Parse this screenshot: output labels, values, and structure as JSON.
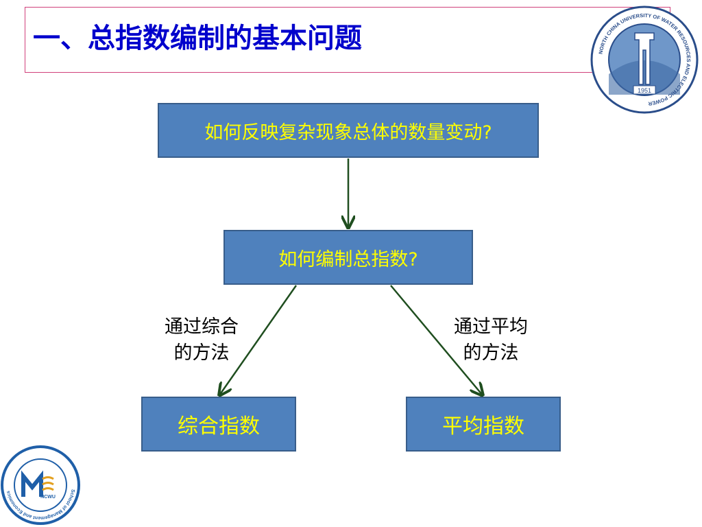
{
  "slide": {
    "title": "一、总指数编制的基本问题"
  },
  "diagram": {
    "nodes": {
      "top": "如何反映复杂现象总体的数量变动?",
      "middle": "如何编制总指数?",
      "left": "综合指数",
      "right": "平均指数"
    },
    "edge_labels": {
      "left_line1": "通过综合",
      "left_line2": "的方法",
      "right_line1": "通过平均",
      "right_line2": "的方法"
    }
  },
  "logos": {
    "university_year": "1951",
    "university_ring_text": "NORTH CHINA UNIVERSITY OF WATER RESOURCES AND ELECTRIC POWER",
    "school_ring_text": "School of Management and Economics",
    "school_mark": "NCWU"
  },
  "colors": {
    "box_fill": "#4f81bd",
    "box_border": "#385d8a",
    "box_text": "#ffff00",
    "title": "#0000cc",
    "arrow": "#1f4e1f",
    "title_frame": "#d0407a"
  }
}
